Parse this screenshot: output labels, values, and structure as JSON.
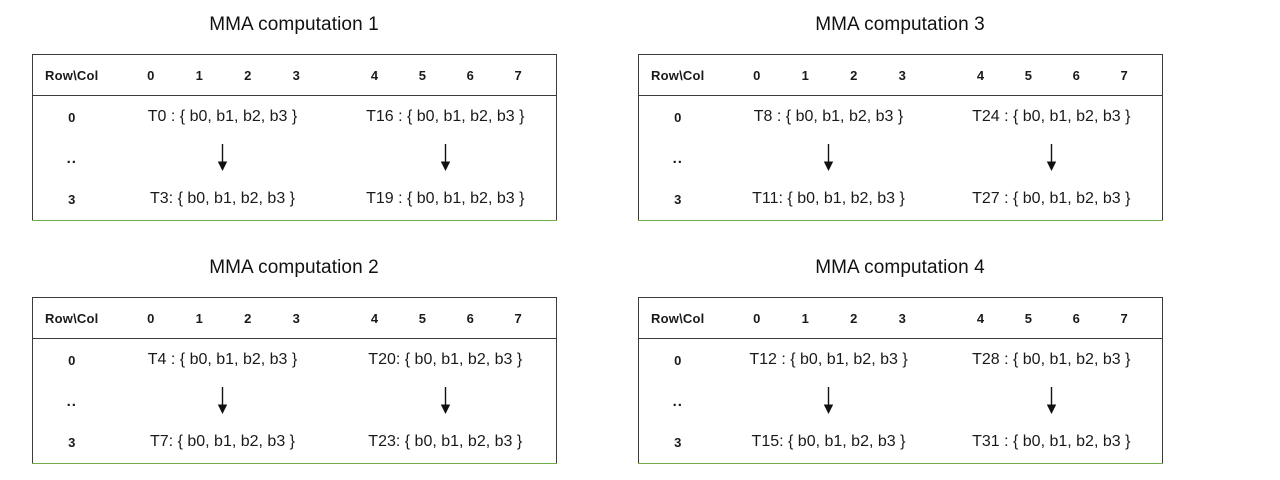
{
  "page": {
    "background": "#ffffff",
    "shaded_row_color": "#e2efd9",
    "border_color": "#3b3b3b",
    "bottom_border_color": "#70ad47",
    "text_color": "#1a1a1a"
  },
  "shared": {
    "corner_header": "Row\\Col",
    "column_headers_left": [
      "0",
      "1",
      "2",
      "3"
    ],
    "column_headers_right": [
      "4",
      "5",
      "6",
      "7"
    ],
    "row_labels": [
      "0",
      "..",
      "3"
    ],
    "arrow_icon": "down-arrow-icon"
  },
  "panels": [
    {
      "id": "panel-1",
      "title": "MMA computation 1",
      "rows": [
        {
          "label": "0",
          "left": "T0 : { b0, b1, b2, b3 }",
          "right": "T16 : { b0, b1, b2, b3 }"
        },
        {
          "label": "..",
          "left": "",
          "right": ""
        },
        {
          "label": "3",
          "left": "T3: { b0, b1, b2, b3 }",
          "right": "T19 : { b0, b1, b2, b3 }"
        }
      ]
    },
    {
      "id": "panel-2",
      "title": "MMA computation 2",
      "rows": [
        {
          "label": "0",
          "left": "T4 : { b0, b1, b2, b3 }",
          "right": "T20: { b0, b1, b2, b3 }"
        },
        {
          "label": "..",
          "left": "",
          "right": ""
        },
        {
          "label": "3",
          "left": "T7: { b0, b1, b2, b3 }",
          "right": "T23: { b0, b1, b2, b3 }"
        }
      ]
    },
    {
      "id": "panel-3",
      "title": "MMA computation 3",
      "rows": [
        {
          "label": "0",
          "left": "T8 : { b0, b1, b2, b3 }",
          "right": "T24 : { b0, b1, b2, b3 }"
        },
        {
          "label": "..",
          "left": "",
          "right": ""
        },
        {
          "label": "3",
          "left": "T11: { b0, b1, b2, b3 }",
          "right": "T27 : { b0, b1, b2, b3 }"
        }
      ]
    },
    {
      "id": "panel-4",
      "title": "MMA computation 4",
      "rows": [
        {
          "label": "0",
          "left": "T12 : { b0, b1, b2, b3 }",
          "right": "T28 : { b0, b1, b2, b3 }"
        },
        {
          "label": "..",
          "left": "",
          "right": ""
        },
        {
          "label": "3",
          "left": "T15: { b0, b1, b2, b3 }",
          "right": "T31 : { b0, b1, b2, b3 }"
        }
      ]
    }
  ]
}
